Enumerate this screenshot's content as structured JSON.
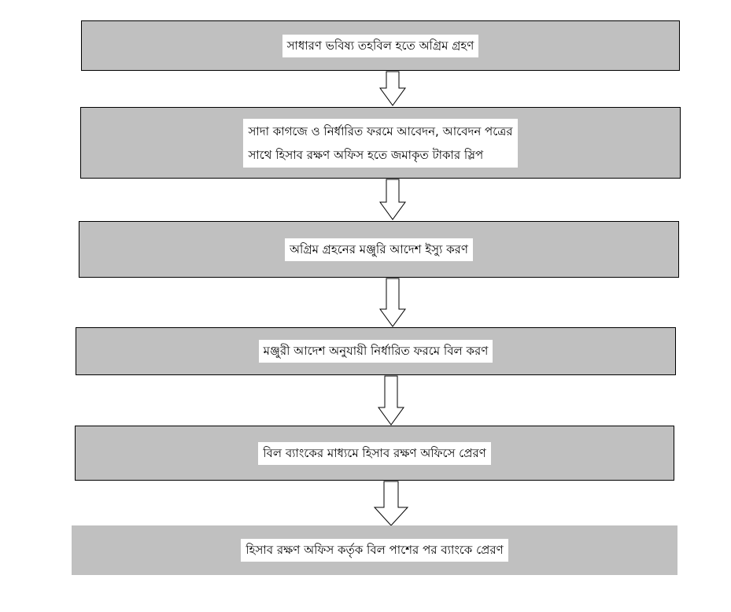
{
  "flowchart": {
    "steps": [
      {
        "lines": [
          "সাধারণ ভবিষ্য তহবিল হতে অগ্রিম গ্রহণ"
        ]
      },
      {
        "lines": [
          "সাদা কাগজে ও নির্ধারিত ফরমে আবেদন, আবেদন পত্রের",
          "সাথে হিসাব রক্ষণ অফিস হতে জমাকৃত টাকার স্লিপ"
        ]
      },
      {
        "lines": [
          "অগ্রিম গ্রহনের মঞ্জুরি আদেশ ইস্যু করণ"
        ]
      },
      {
        "lines": [
          "মঞ্জুরী আদেশ অনুযায়ী নির্ধারিত ফরমে বিল করণ"
        ]
      },
      {
        "lines": [
          "বিল ব্যাংকের মাধ্যমে হিসাব রক্ষণ অফিসে প্রেরণ"
        ]
      },
      {
        "lines": [
          "হিসাব রক্ষণ অফিস কর্তৃক বিল পাশের পর ব্যাংকে প্রেরণ"
        ]
      }
    ],
    "colors": {
      "box_fill": "#c0c0c0",
      "box_border": "#000000",
      "label_fill": "#ffffff",
      "arrow_fill": "#ffffff",
      "arrow_stroke": "#000000"
    }
  }
}
